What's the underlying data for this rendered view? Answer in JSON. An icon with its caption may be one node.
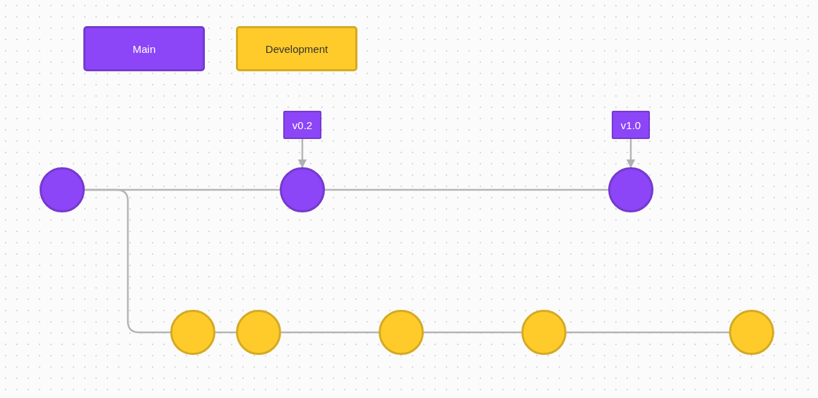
{
  "diagram": {
    "nodes": [
      {
        "text": [],
        "shape": "circle"
      },
      {
        "text": [
          "v0.2"
        ]
      },
      {
        "text": [],
        "shape": "circle"
      },
      {
        "text": [
          "v1.0"
        ]
      },
      {
        "text": [],
        "shape": "circle"
      },
      {
        "text": [],
        "shape": "circle"
      },
      {
        "text": [],
        "shape": "circle"
      },
      {
        "text": [],
        "shape": "circle"
      },
      {
        "text": [],
        "shape": "circle"
      },
      {
        "text": [],
        "shape": "circle"
      }
    ],
    "edges": [
      {
        "from": 0,
        "to": 2,
        "arrow": "none"
      },
      {
        "from": 2,
        "to": 4,
        "arrow": "none"
      },
      {
        "from": 0,
        "to": 5,
        "arrow": "none"
      },
      {
        "from": 5,
        "to": 6,
        "arrow": "none"
      },
      {
        "from": 6,
        "to": 7,
        "arrow": "none"
      },
      {
        "from": 7,
        "to": 8,
        "arrow": "none"
      },
      {
        "from": 8,
        "to": 9,
        "arrow": "none"
      },
      {
        "from": 1,
        "to": 2,
        "arrow": "to"
      },
      {
        "from": 3,
        "to": 4,
        "arrow": "to"
      }
    ],
    "legend": [
      {
        "text": "Main",
        "color": "#8c45f7"
      },
      {
        "text": "Development",
        "color": "#ffcb2a"
      }
    ]
  }
}
